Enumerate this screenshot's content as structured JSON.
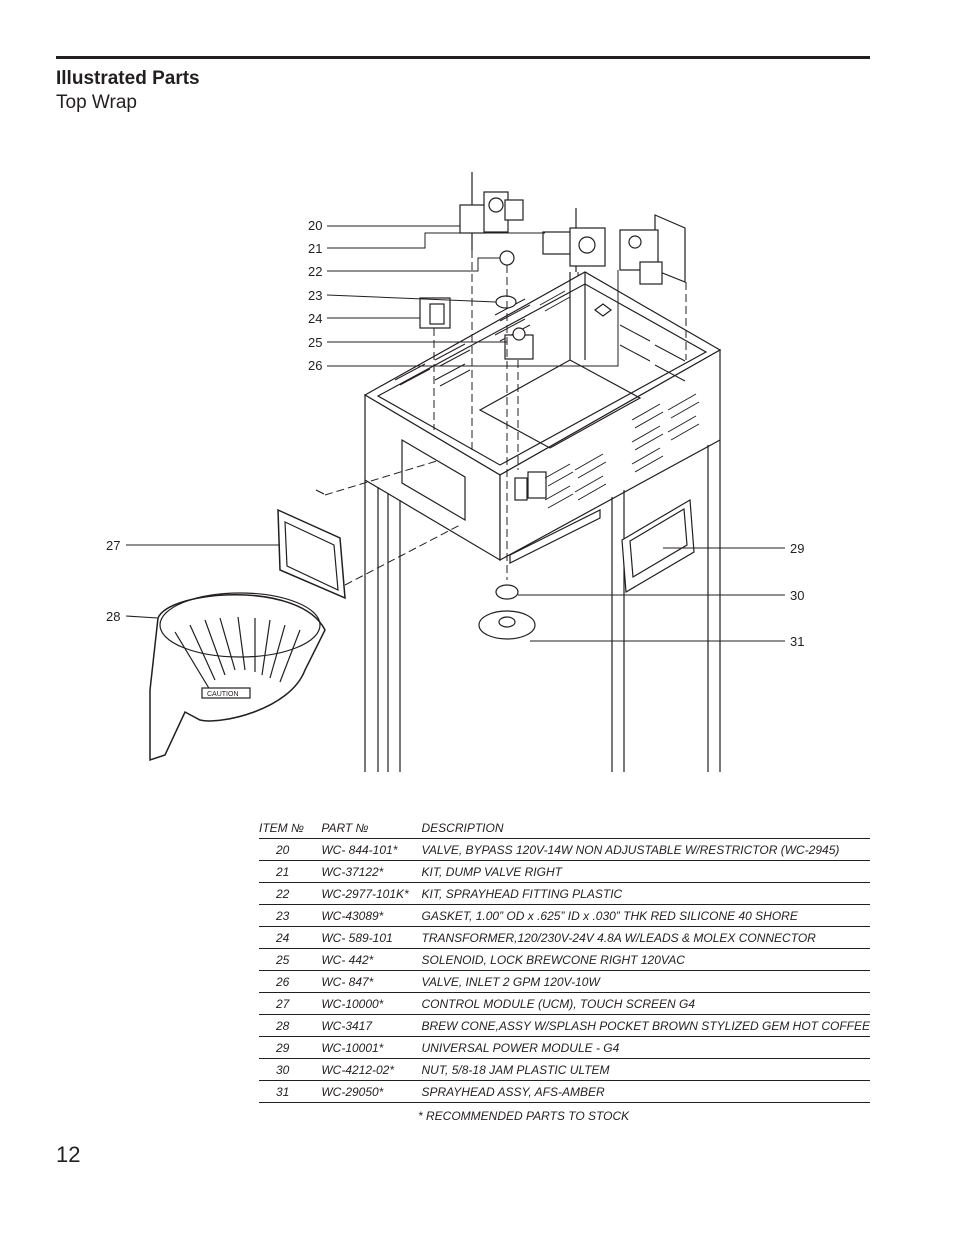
{
  "header": {
    "section_title": "Illustrated Parts",
    "subtitle": "Top Wrap"
  },
  "diagram": {
    "callouts": [
      "20",
      "21",
      "22",
      "23",
      "24",
      "25",
      "26",
      "27",
      "28",
      "29",
      "30",
      "31"
    ],
    "caution_label": "CAUTION"
  },
  "table": {
    "headers": {
      "item": "ITEM №",
      "part": "PART №",
      "description": "DESCRIPTION"
    },
    "rows": [
      {
        "item": "20",
        "part": "WC- 844-101*",
        "description": "VALVE, BYPASS 120V-14W NON ADJUSTABLE W/RESTRICTOR (WC-2945)"
      },
      {
        "item": "21",
        "part": "WC-37122*",
        "description": "KIT, DUMP VALVE RIGHT"
      },
      {
        "item": "22",
        "part": "WC-2977-101K*",
        "description": "KIT, SPRAYHEAD FITTING PLASTIC"
      },
      {
        "item": "23",
        "part": "WC-43089*",
        "description": "GASKET, 1.00” OD x .625” ID x .030” THK RED SILICONE 40 SHORE"
      },
      {
        "item": "24",
        "part": "WC-  589-101",
        "description": "TRANSFORMER,120/230V-24V 4.8A W/LEADS & MOLEX CONNECTOR"
      },
      {
        "item": "25",
        "part": "WC-  442*",
        "description": "SOLENOID, LOCK BREWCONE RIGHT 120VAC"
      },
      {
        "item": "26",
        "part": "WC- 847*",
        "description": "VALVE, INLET 2 GPM 120V-10W"
      },
      {
        "item": "27",
        "part": "WC-10000*",
        "description": "CONTROL MODULE (UCM), TOUCH SCREEN G4"
      },
      {
        "item": "28",
        "part": "WC-3417",
        "description": "BREW CONE,ASSY W/SPLASH POCKET BROWN STYLIZED GEM HOT COFFEE"
      },
      {
        "item": "29",
        "part": "WC-10001*",
        "description": "UNIVERSAL POWER MODULE - G4"
      },
      {
        "item": "30",
        "part": "WC-4212-02*",
        "description": "NUT, 5/8-18 JAM PLASTIC ULTEM"
      },
      {
        "item": "31",
        "part": "WC-29050*",
        "description": "SPRAYHEAD ASSY, AFS-AMBER"
      }
    ],
    "footnote": "* RECOMMENDED PARTS TO STOCK"
  },
  "page_number": "12"
}
